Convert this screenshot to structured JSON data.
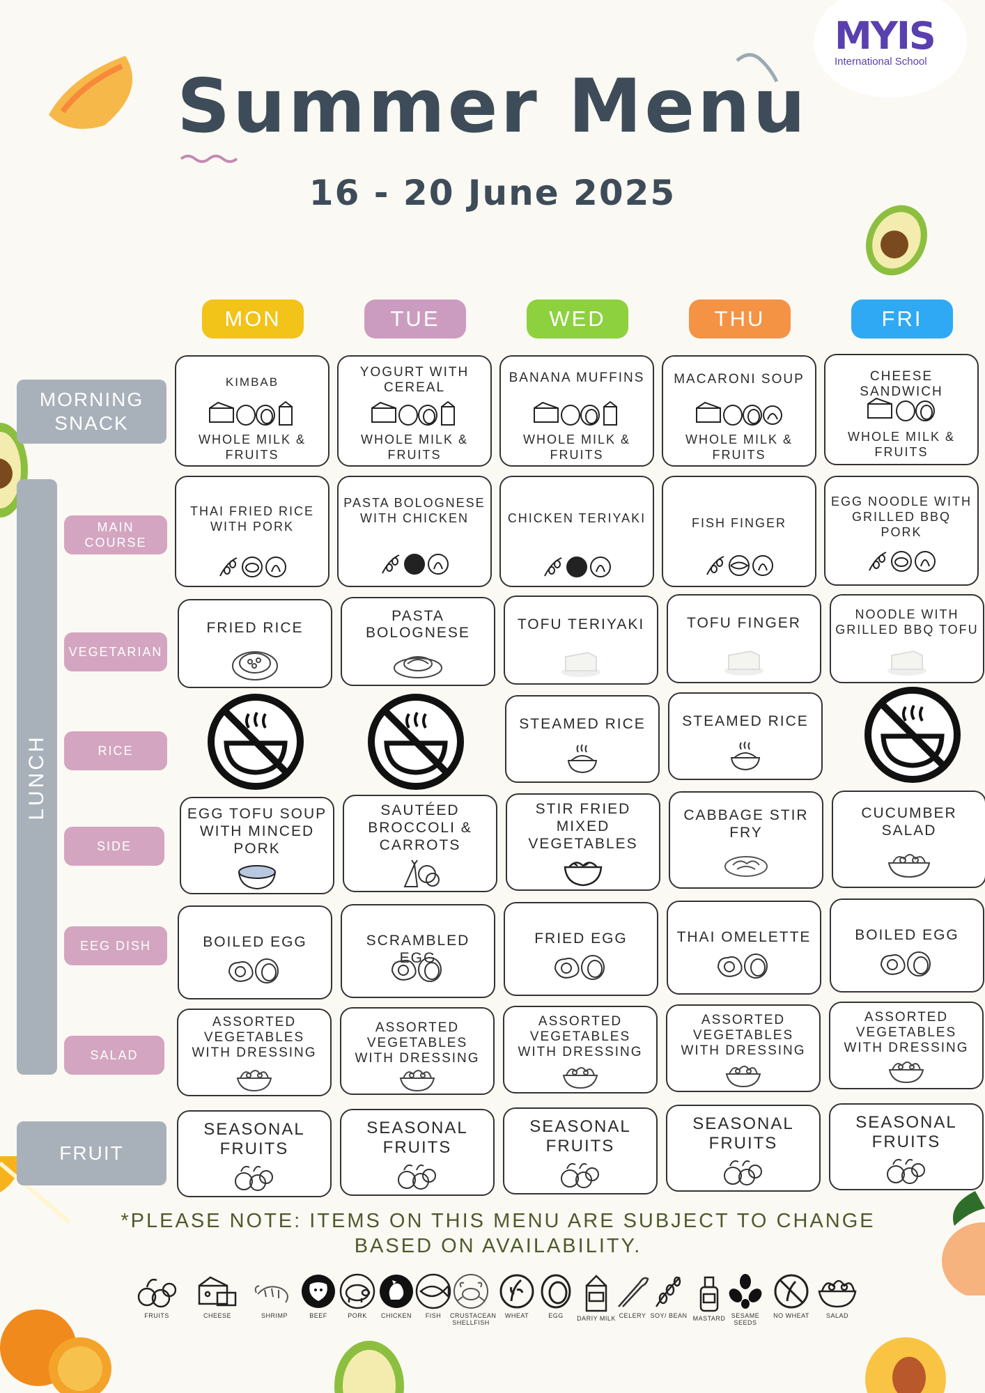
{
  "header": {
    "title": "Summer Menu",
    "date": "16 - 20 June 2025",
    "logo_mark": "MYIS",
    "logo_sub": "International School"
  },
  "days": [
    {
      "label": "MON",
      "color": "#f2c318"
    },
    {
      "label": "TUE",
      "color": "#cc9cc0"
    },
    {
      "label": "WED",
      "color": "#8dd13f"
    },
    {
      "label": "THU",
      "color": "#f59344"
    },
    {
      "label": "FRI",
      "color": "#2fa9f4"
    }
  ],
  "rows": {
    "morning_snack": "MORNING SNACK",
    "lunch": "LUNCH",
    "main_course": "MAIN COURSE",
    "vegetarian": "VEGETARIAN",
    "rice": "RICE",
    "side": "SIDE",
    "egg_dish": "EEG DISH",
    "salad": "SALAD",
    "fruit": "FRUIT"
  },
  "menu": {
    "snack": [
      {
        "name": "KIMBAB",
        "drink": "WHOLE MILK & FRUITS",
        "icons": [
          "cheese-icon",
          "egg-icon",
          "milk-icon"
        ]
      },
      {
        "name": "YOGURT WITH CEREAL",
        "drink": "WHOLE MILK & FRUITS",
        "icons": [
          "cheese-icon",
          "egg-icon",
          "milk-icon"
        ]
      },
      {
        "name": "BANANA MUFFINS",
        "drink": "WHOLE MILK & FRUITS",
        "icons": [
          "cheese-icon",
          "egg-icon",
          "milk-icon"
        ]
      },
      {
        "name": "MACARONI SOUP",
        "drink": "WHOLE MILK & FRUITS",
        "icons": [
          "cheese-icon",
          "egg-icon",
          "chicken-icon"
        ]
      },
      {
        "name": "CHEESE SANDWICH",
        "drink": "WHOLE MILK & FRUITS",
        "icons": [
          "cheese-icon",
          "egg-icon"
        ]
      }
    ],
    "main": [
      {
        "name": "THAI FRIED RICE WITH PORK",
        "icons": [
          "soy-icon",
          "pork-icon",
          "wheat-icon"
        ]
      },
      {
        "name": "PASTA BOLOGNESE WITH CHICKEN",
        "icons": [
          "soy-icon",
          "chicken-icon",
          "wheat-icon"
        ]
      },
      {
        "name": "CHICKEN TERIYAKI",
        "icons": [
          "soy-icon",
          "chicken-icon",
          "wheat-icon"
        ]
      },
      {
        "name": "FISH FINGER",
        "icons": [
          "soy-icon",
          "fish-icon",
          "wheat-icon"
        ]
      },
      {
        "name": "EGG NOODLE WITH GRILLED BBQ PORK",
        "icons": [
          "soy-icon",
          "pork-icon",
          "wheat-icon"
        ]
      }
    ],
    "veg": [
      {
        "name": "FRIED RICE",
        "icon": "fried-rice-icon"
      },
      {
        "name": "PASTA BOLOGNESE",
        "icon": "pasta-icon"
      },
      {
        "name": "TOFU TERIYAKI",
        "icon": "tofu-icon"
      },
      {
        "name": "TOFU FINGER",
        "icon": "tofu-icon"
      },
      {
        "name": "NOODLE WITH GRILLED BBQ TOFU",
        "icon": "tofu-icon"
      }
    ],
    "rice": [
      {
        "name": "",
        "icon": "no-rice-icon"
      },
      {
        "name": "",
        "icon": "no-rice-icon"
      },
      {
        "name": "STEAMED RICE",
        "icon": "rice-bowl-icon"
      },
      {
        "name": "STEAMED RICE",
        "icon": "rice-bowl-icon"
      },
      {
        "name": "",
        "icon": "no-rice-icon"
      }
    ],
    "side": [
      {
        "name": "EGG TOFU SOUP WITH MINCED PORK",
        "icon": "soup-icon"
      },
      {
        "name": "SAUTÉED BROCCOLI & CARROTS",
        "icon": "vegetables-icon"
      },
      {
        "name": "STIR FRIED MIXED VEGETABLES",
        "icon": "stir-fry-icon"
      },
      {
        "name": "CABBAGE STIR FRY",
        "icon": "plate-icon"
      },
      {
        "name": "CUCUMBER SALAD",
        "icon": "salad-icon"
      }
    ],
    "egg": [
      {
        "name": "BOILED EGG",
        "icon": "egg-icon"
      },
      {
        "name": "SCRAMBLED EGG",
        "icon": "egg-icon"
      },
      {
        "name": "FRIED EGG",
        "icon": "egg-icon"
      },
      {
        "name": "THAI OMELETTE",
        "icon": "egg-icon"
      },
      {
        "name": "BOILED EGG",
        "icon": "egg-icon"
      }
    ],
    "salad": [
      {
        "name": "ASSORTED VEGETABLES WITH DRESSING",
        "icon": "salad-icon"
      },
      {
        "name": "ASSORTED VEGETABLES WITH DRESSING",
        "icon": "salad-icon"
      },
      {
        "name": "ASSORTED VEGETABLES WITH DRESSING",
        "icon": "salad-icon"
      },
      {
        "name": "ASSORTED VEGETABLES WITH DRESSING",
        "icon": "salad-icon"
      },
      {
        "name": "ASSORTED VEGETABLES WITH DRESSING",
        "icon": "salad-icon"
      }
    ],
    "fruit": [
      {
        "name": "SEASONAL FRUITS",
        "icon": "fruits-icon"
      },
      {
        "name": "SEASONAL FRUITS",
        "icon": "fruits-icon"
      },
      {
        "name": "SEASONAL FRUITS",
        "icon": "fruits-icon"
      },
      {
        "name": "SEASONAL FRUITS",
        "icon": "fruits-icon"
      },
      {
        "name": "SEASONAL FRUITS",
        "icon": "fruits-icon"
      }
    ]
  },
  "note": "*PLEASE NOTE: ITEMS ON THIS MENU ARE SUBJECT TO CHANGE BASED ON AVAILABILITY.",
  "legend": [
    {
      "label": "FRUITS",
      "icon": "fruits-icon"
    },
    {
      "label": "CHEESE",
      "icon": "cheese-icon"
    },
    {
      "label": "SHRIMP",
      "icon": "shrimp-icon"
    },
    {
      "label": "BEEF",
      "icon": "beef-icon"
    },
    {
      "label": "PORK",
      "icon": "pork-icon"
    },
    {
      "label": "CHICKEN",
      "icon": "chicken-icon"
    },
    {
      "label": "FISH",
      "icon": "fish-icon"
    },
    {
      "label": "CRUSTACEAN SHELLFISH",
      "icon": "crab-icon"
    },
    {
      "label": "WHEAT",
      "icon": "wheat-icon"
    },
    {
      "label": "EGG",
      "icon": "egg-icon"
    },
    {
      "label": "DARIY MILK",
      "icon": "milk-icon"
    },
    {
      "label": "CELERY",
      "icon": "celery-icon"
    },
    {
      "label": "SOY/ BEAN",
      "icon": "soy-icon"
    },
    {
      "label": "MASTARD",
      "icon": "mustard-icon"
    },
    {
      "label": "SESAME SEEDS",
      "icon": "sesame-icon"
    },
    {
      "label": "NO WHEAT",
      "icon": "no-wheat-icon"
    },
    {
      "label": "SALAD",
      "icon": "salad-icon"
    }
  ]
}
